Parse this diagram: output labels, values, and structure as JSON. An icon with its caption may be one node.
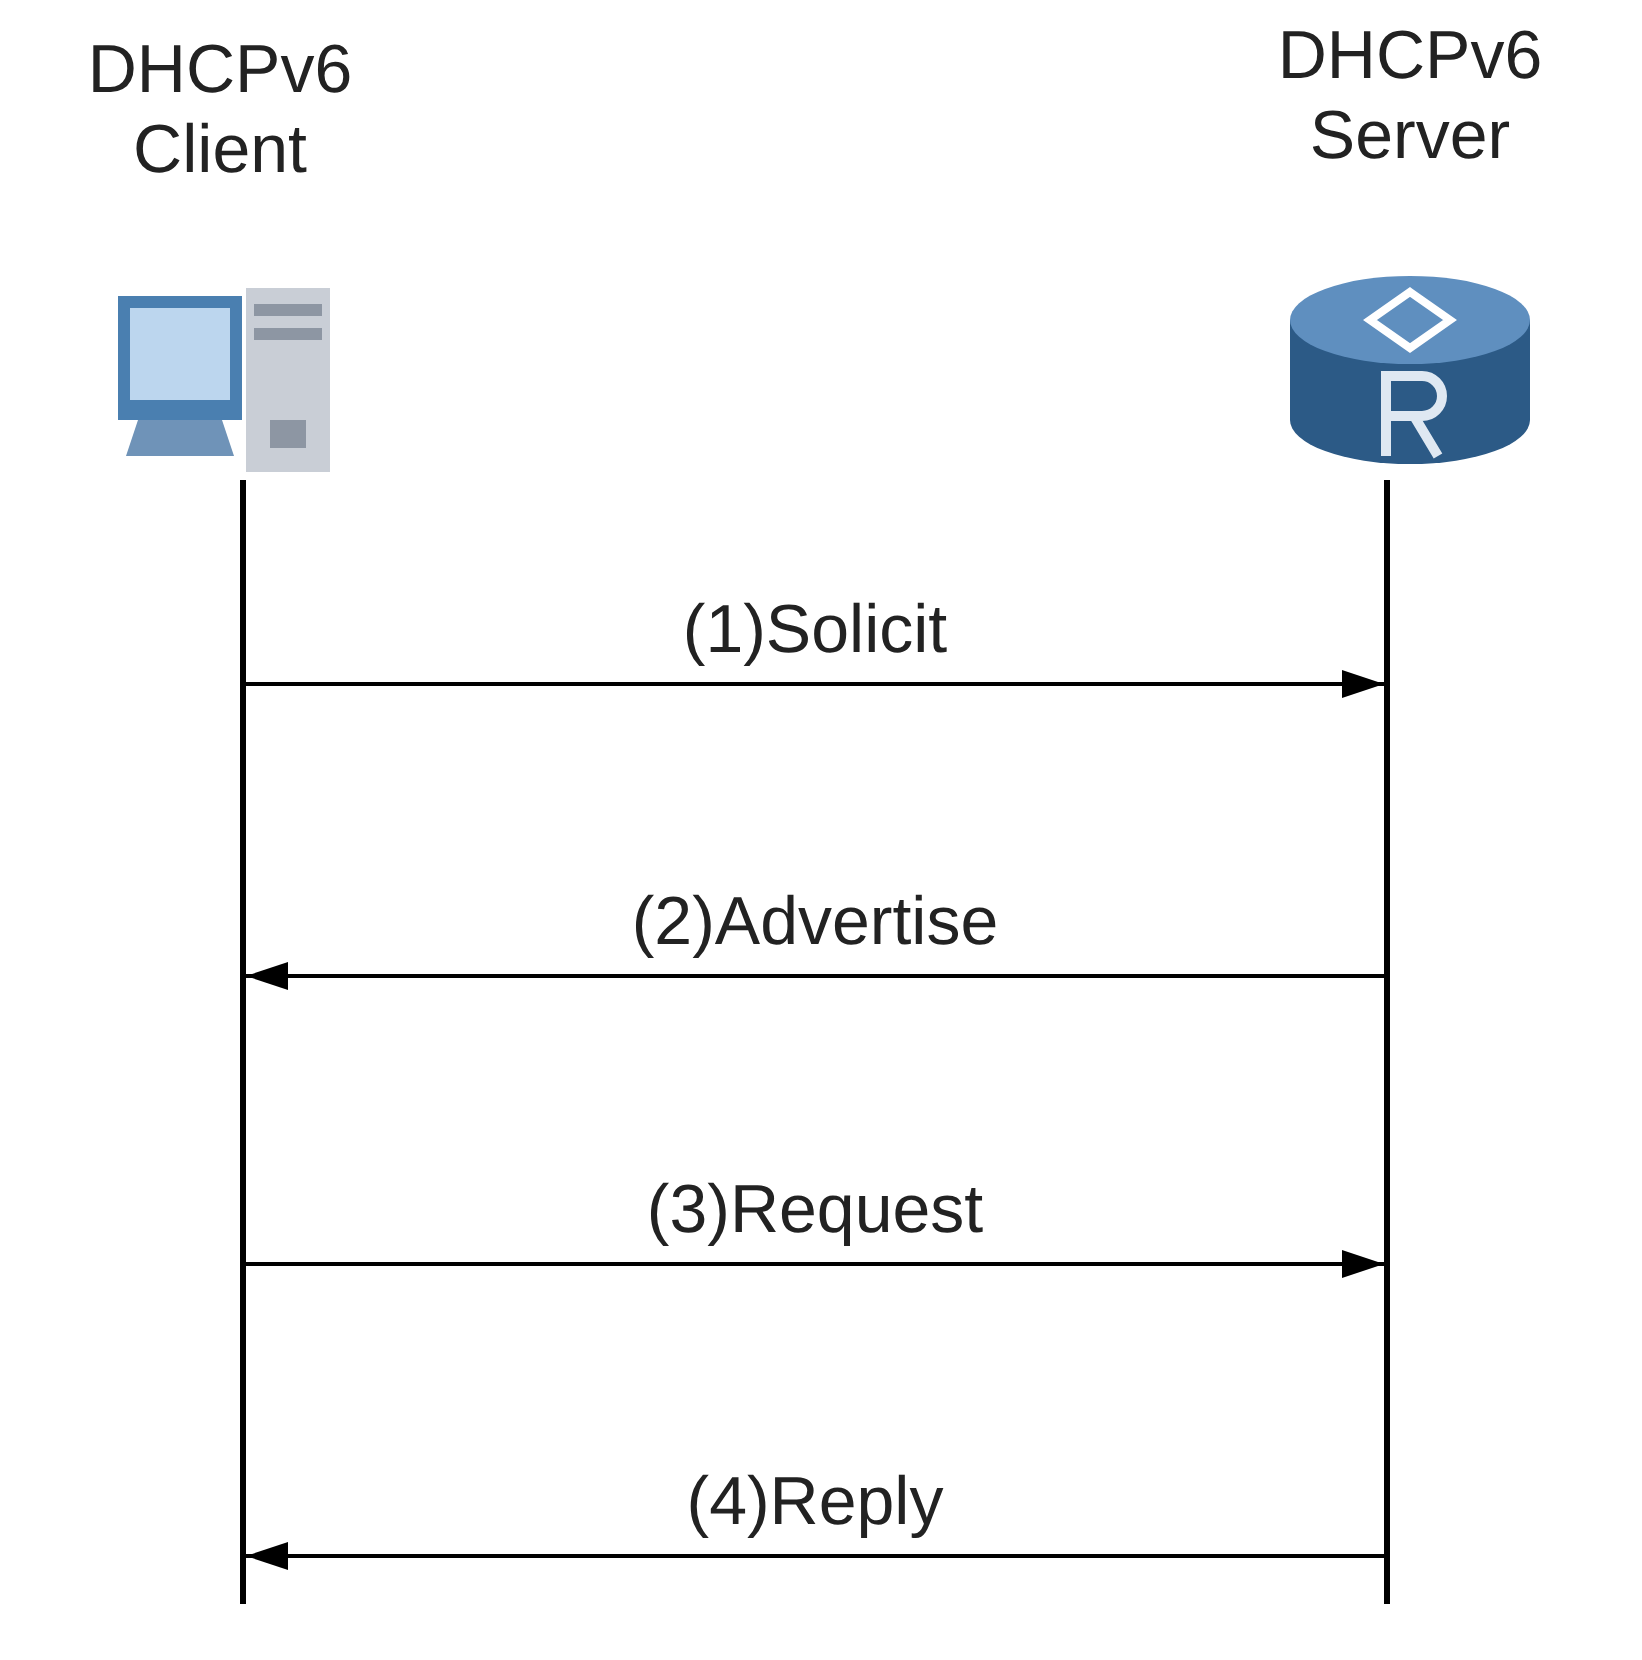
{
  "diagram": {
    "nodes": [
      {
        "text": [
          "DHCPv6 Client"
        ]
      },
      {
        "text": [
          "DHCPv6 Server"
        ]
      },
      {
        "text": [],
        "shape": "line"
      },
      {
        "text": [],
        "shape": "line"
      }
    ],
    "edges": [
      {
        "from": 2,
        "to": 3,
        "arrow": "to",
        "label": "(1)Solicit"
      },
      {
        "from": 3,
        "to": 2,
        "arrow": "to",
        "label": "(2)Advertise"
      },
      {
        "from": 2,
        "to": 3,
        "arrow": "to",
        "label": "(3)Request"
      },
      {
        "from": 3,
        "to": 2,
        "arrow": "to",
        "label": "(4)Reply"
      }
    ]
  }
}
